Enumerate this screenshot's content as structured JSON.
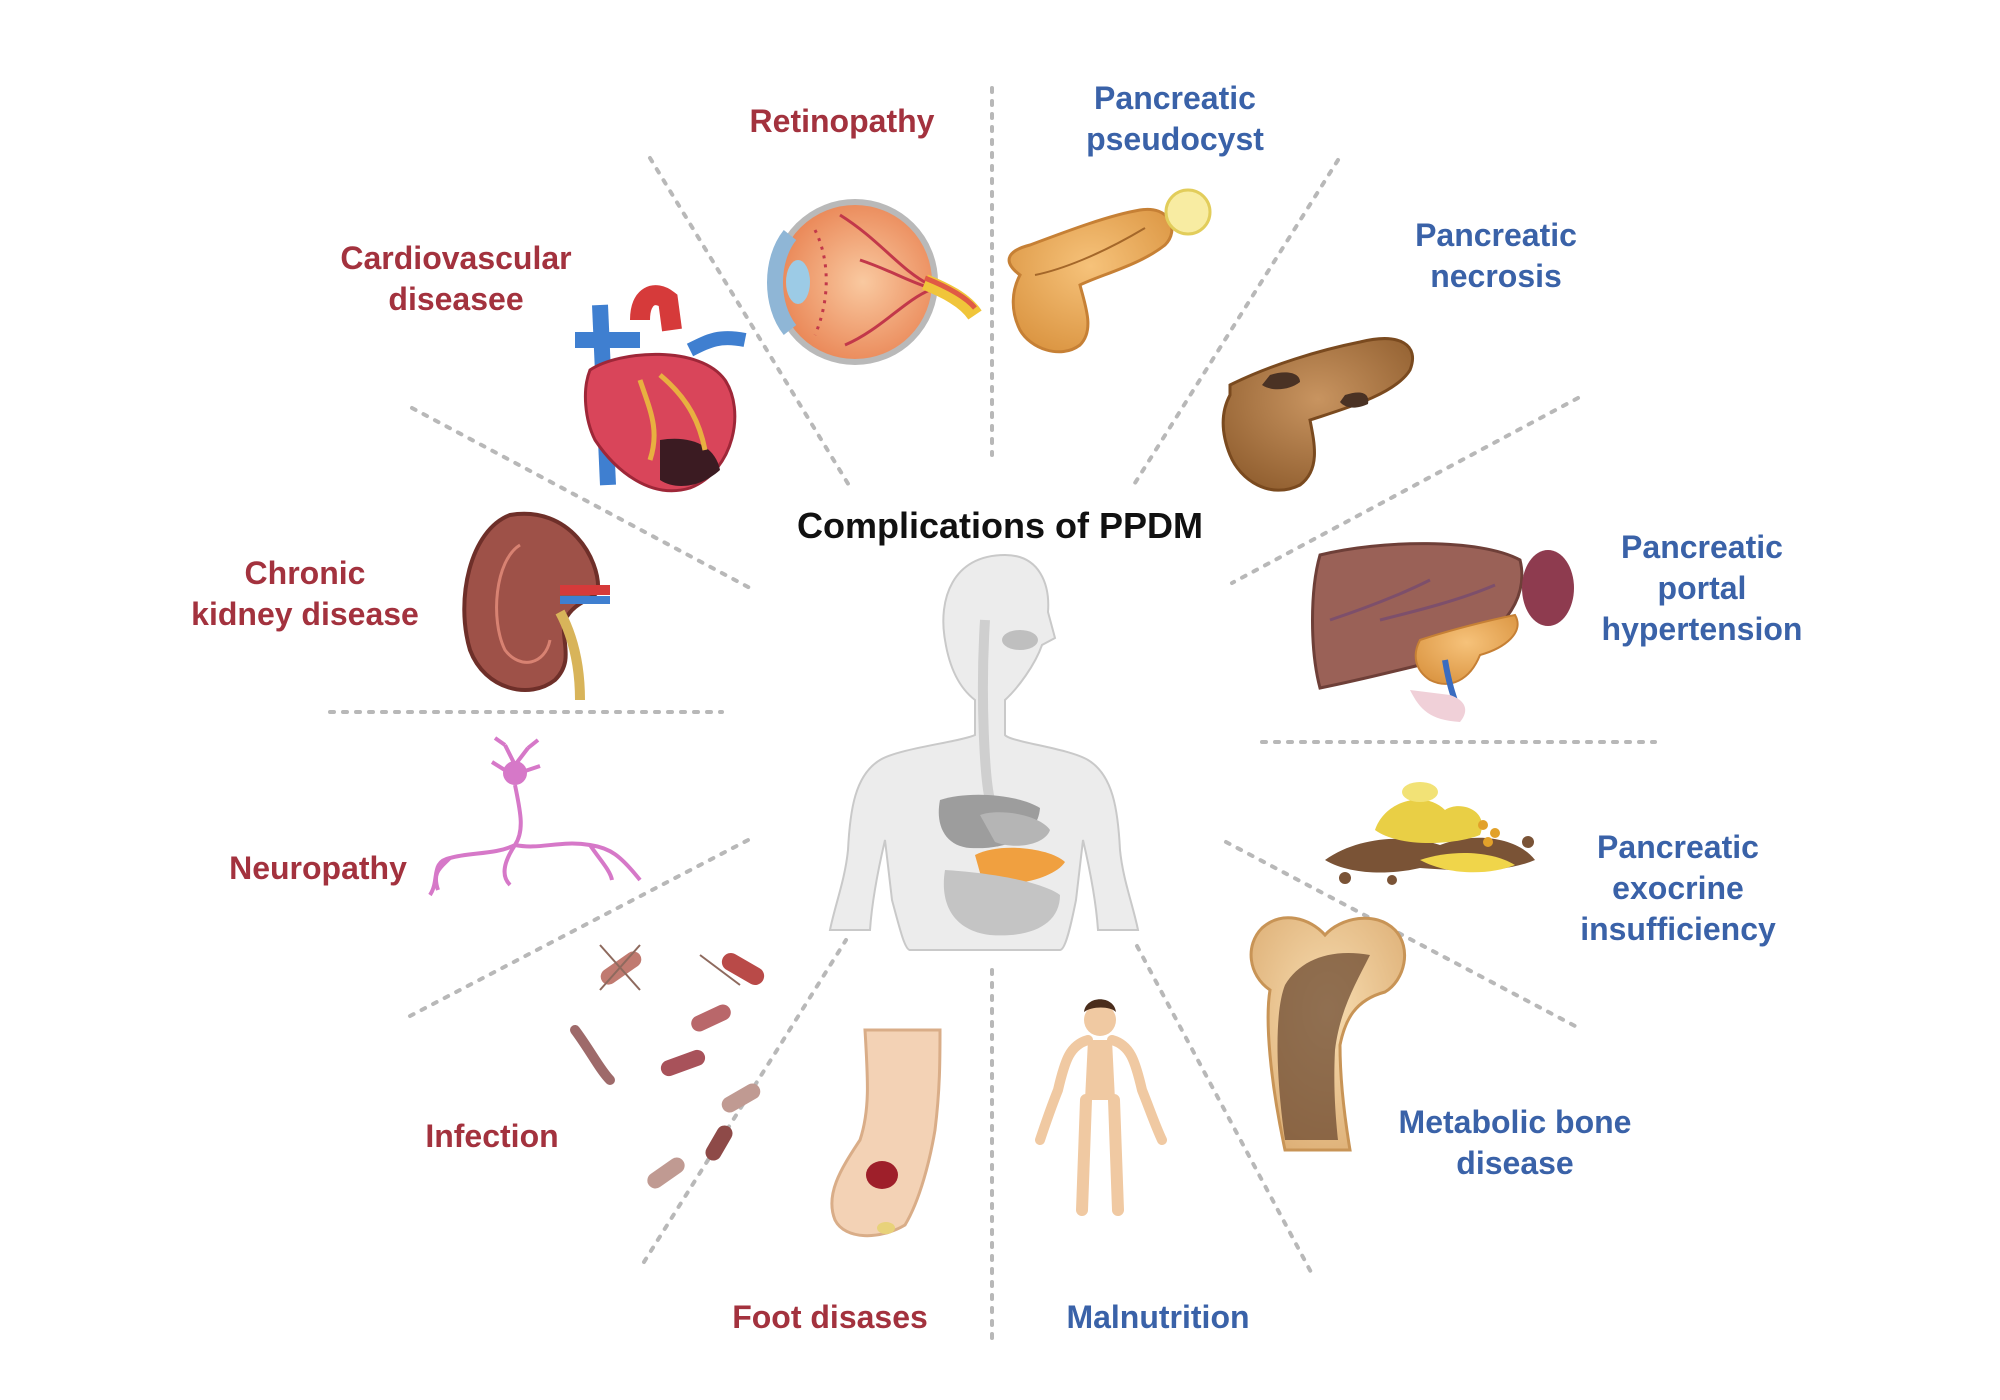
{
  "title": "Complications of PPDM",
  "colors": {
    "left_red": "#a3323e",
    "right_blue": "#3a62a8",
    "divider": "#b8b8b8"
  },
  "labels": {
    "retinopathy": [
      "Retinopathy"
    ],
    "cardiovascular": [
      "Cardiovascular",
      "diseasee"
    ],
    "kidney": [
      "Chronic",
      "kidney disease"
    ],
    "neuropathy": [
      "Neuropathy"
    ],
    "infection": [
      "Infection"
    ],
    "foot": [
      "Foot disases"
    ],
    "malnutrition": [
      "Malnutrition"
    ],
    "bone": [
      "Metabolic bone",
      "disease"
    ],
    "exocrine": [
      "Pancreatic",
      "exocrine",
      "insufficiency"
    ],
    "portal": [
      "Pancreatic",
      "portal",
      "hypertension"
    ],
    "necrosis": [
      "Pancreatic",
      "necrosis"
    ],
    "pseudocyst": [
      "Pancreatic",
      "pseudocyst"
    ]
  },
  "icons": {
    "retinopathy": "eye-icon",
    "cardiovascular": "heart-icon",
    "kidney": "kidney-icon",
    "neuropathy": "neuron-icon",
    "infection": "bacteria-icon",
    "foot": "foot-ulcer-icon",
    "malnutrition": "thin-body-icon",
    "bone": "femur-bone-icon",
    "exocrine": "steatorrhea-icon",
    "portal": "liver-pancreas-icon",
    "necrosis": "necrotic-pancreas-icon",
    "pseudocyst": "pancreas-cyst-icon",
    "center": "human-body-icon"
  }
}
